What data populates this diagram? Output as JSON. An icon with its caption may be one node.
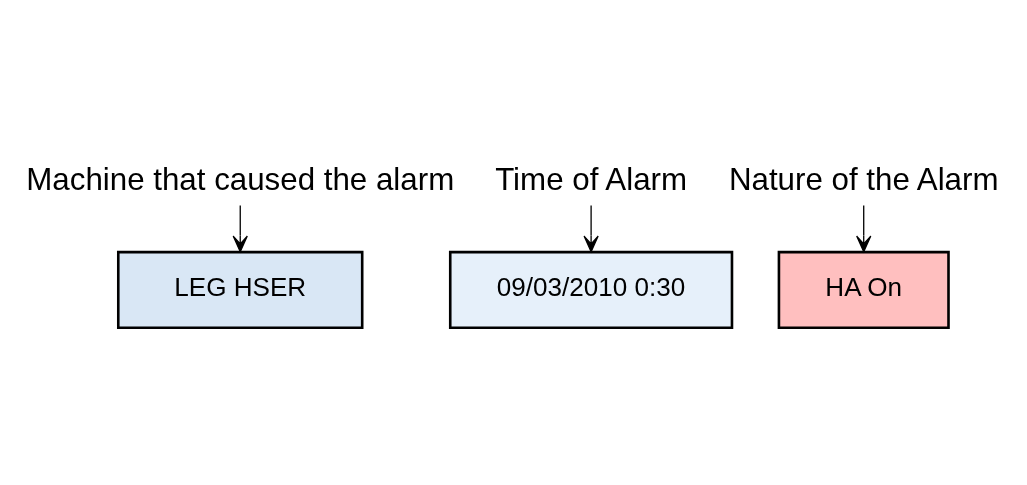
{
  "diagram": {
    "nodes": [
      {
        "text": [
          "Machine that caused the alarm"
        ]
      },
      {
        "text": [
          "Time of Alarm"
        ]
      },
      {
        "text": [
          "LEG HSER"
        ]
      },
      {
        "text": [
          "HA On"
        ]
      },
      {
        "text": [
          "09/03/2010 0:30"
        ]
      },
      {
        "text": [
          "Nature of the Alarm"
        ]
      }
    ],
    "edges": [
      {
        "from": 0,
        "to": 2,
        "arrow": "to"
      },
      {
        "from": 1,
        "to": 4,
        "arrow": "to"
      },
      {
        "from": 5,
        "to": 3,
        "arrow": "to"
      }
    ]
  }
}
